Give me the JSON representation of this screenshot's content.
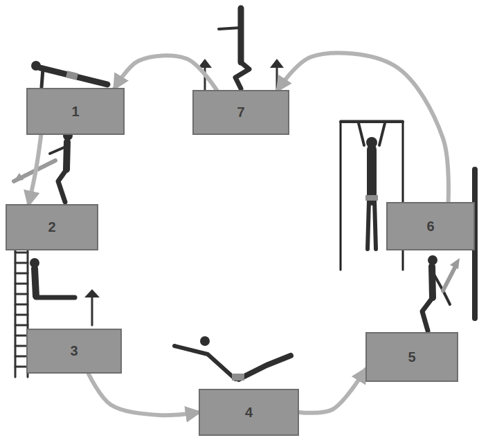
{
  "diagram": {
    "nodes": [
      {
        "text": [
          "1"
        ]
      },
      {
        "text": [
          "2"
        ]
      },
      {
        "text": [
          "3"
        ]
      },
      {
        "text": [
          "4"
        ]
      },
      {
        "text": [
          "5"
        ]
      },
      {
        "text": [
          "6"
        ]
      },
      {
        "text": [
          "7"
        ]
      }
    ],
    "edges": [
      {
        "from": 6,
        "to": 0,
        "arrow": "to"
      },
      {
        "from": 0,
        "to": 1,
        "arrow": "to"
      },
      {
        "from": 2,
        "to": 3,
        "arrow": "to"
      },
      {
        "from": 3,
        "to": 4,
        "arrow": "to"
      },
      {
        "from": 5,
        "to": 6,
        "arrow": "to"
      }
    ]
  }
}
